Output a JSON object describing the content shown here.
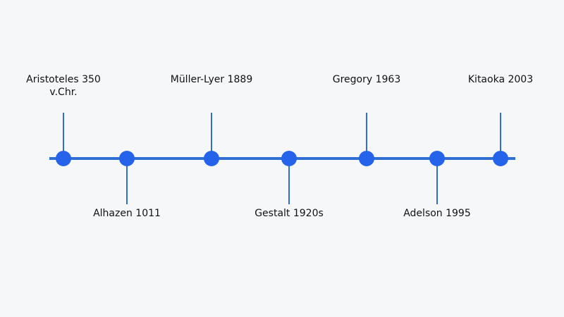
{
  "colors": {
    "background": "#f5f7f9",
    "axis": "#2f6fd4",
    "marker": "#2563eb",
    "connector": "#2f6fd4",
    "text": "#111111"
  },
  "events": [
    {
      "label": "Aristoteles 350 v.Chr.",
      "side": "above"
    },
    {
      "label": "Alhazen 1011",
      "side": "below"
    },
    {
      "label": "Müller-Lyer 1889",
      "side": "above"
    },
    {
      "label": "Gestalt 1920s",
      "side": "below"
    },
    {
      "label": "Gregory 1963",
      "side": "above"
    },
    {
      "label": "Adelson 1995",
      "side": "below"
    },
    {
      "label": "Kitaoka 2003",
      "side": "above"
    }
  ]
}
